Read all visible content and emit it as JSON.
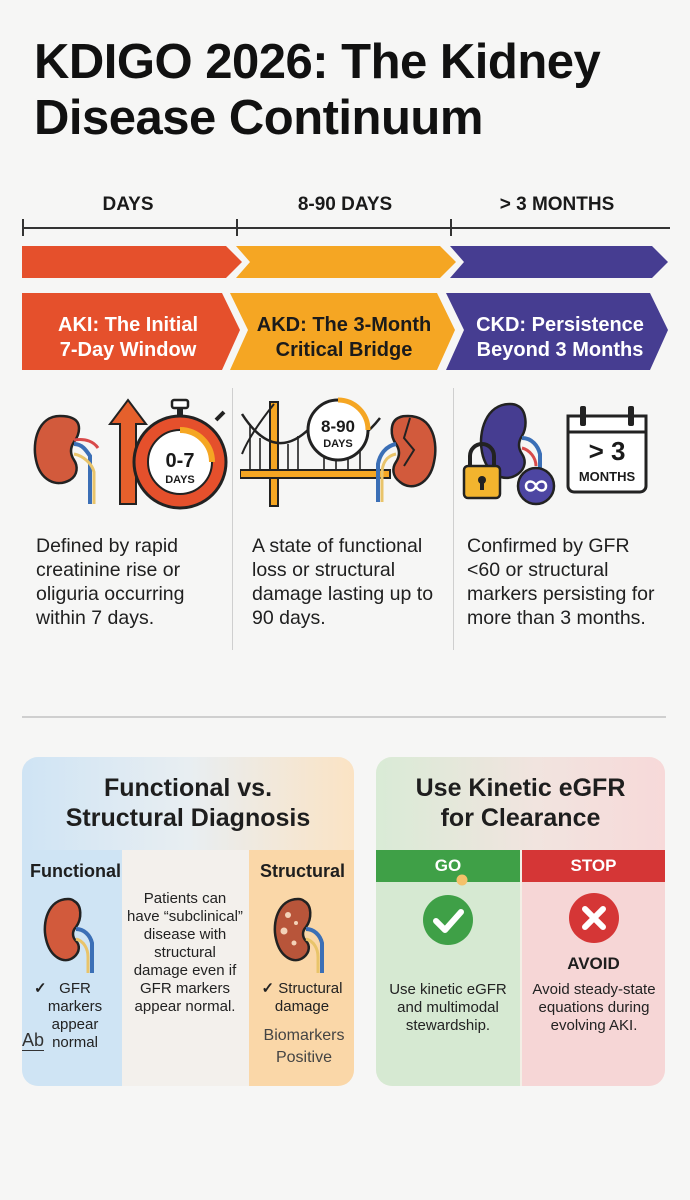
{
  "title": "KDIGO 2026: The Kidney Disease Continuum",
  "timeline": {
    "labels": [
      "DAYS",
      "8-90 DAYS",
      "> 3 MONTHS"
    ]
  },
  "phases": [
    {
      "title_line1": "AKI: The Initial",
      "title_line2": "7-Day Window",
      "badge_top": "0-7",
      "badge_bottom": "DAYS",
      "description": "Defined by rapid creatinine rise or oliguria occurring within 7 days.",
      "color": "#e5502c"
    },
    {
      "title_line1": "AKD: The 3-Month",
      "title_line2": "Critical Bridge",
      "badge_top": "8-90",
      "badge_bottom": "DAYS",
      "description": "A state of functional loss or structural damage lasting up to 90 days.",
      "color": "#f5a623"
    },
    {
      "title_line1": "CKD: Persistence",
      "title_line2": "Beyond 3 Months",
      "badge_top": "> 3",
      "badge_bottom": "MONTHS",
      "description": "Confirmed by GFR <60 or structural markers persisting for more than 3 months.",
      "color": "#463d91"
    }
  ],
  "diagnosis_card": {
    "title_line1": "Functional vs.",
    "title_line2": "Structural Diagnosis",
    "functional_label": "Functional",
    "functional_note_line1": "GFR",
    "functional_note_line2": "markers",
    "functional_note_line3": "appear",
    "functional_note_line4": "normal",
    "middle_text": "Patients can have “subclinical” disease with structural damage even if GFR markers appear normal.",
    "structural_label": "Structural",
    "structural_note_line1": "Structural",
    "structural_note_line2": "damage",
    "biomarkers_line1": "Biomarkers",
    "biomarkers_line2": "Positive",
    "stamp": "Ab"
  },
  "egfr_card": {
    "title_line1": "Use Kinetic eGFR",
    "title_line2": "for Clearance",
    "go_label": "GO",
    "go_text": "Use kinetic eGFR and multimodal stewardship.",
    "stop_label": "STOP",
    "avoid_label": "AVOID",
    "stop_text": "Avoid steady-state equations during evolving AKI."
  },
  "colors": {
    "aki": "#e5502c",
    "akd": "#f5a623",
    "ckd": "#463d91",
    "go": "#3fa047",
    "stop": "#d53636"
  }
}
